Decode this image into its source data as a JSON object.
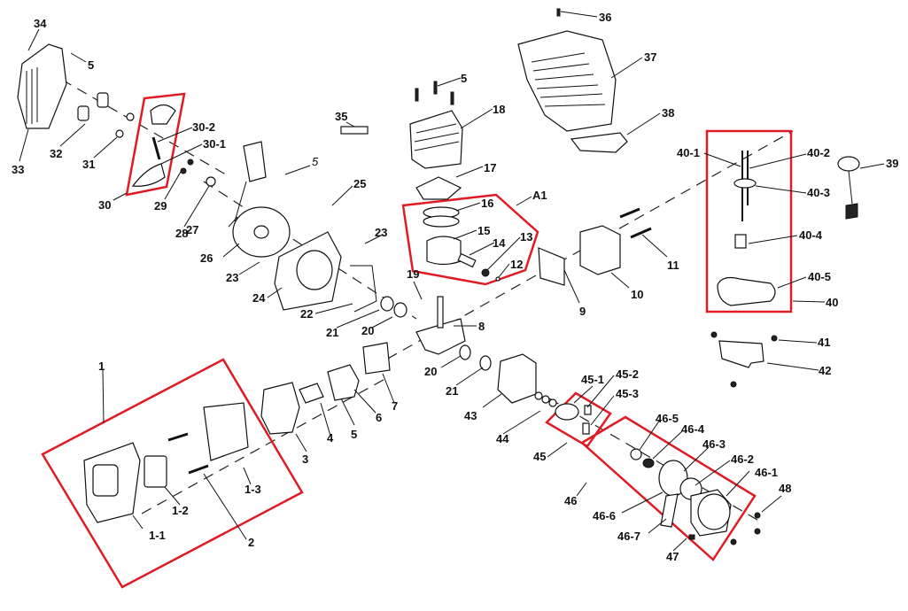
{
  "title": "Engine exploded parts diagram",
  "colors": {
    "group_outline": "#e01b24",
    "line": "#111111",
    "background": "#ffffff"
  },
  "labels": [
    {
      "id": "34",
      "text": "34"
    },
    {
      "id": "5a",
      "text": "5"
    },
    {
      "id": "33",
      "text": "33"
    },
    {
      "id": "32",
      "text": "32"
    },
    {
      "id": "31",
      "text": "31"
    },
    {
      "id": "30",
      "text": "30"
    },
    {
      "id": "30-2",
      "text": "30-2"
    },
    {
      "id": "30-1",
      "text": "30-1"
    },
    {
      "id": "29",
      "text": "29"
    },
    {
      "id": "28",
      "text": "28"
    },
    {
      "id": "27",
      "text": "27"
    },
    {
      "id": "5b",
      "text": "5"
    },
    {
      "id": "26",
      "text": "26"
    },
    {
      "id": "25",
      "text": "25"
    },
    {
      "id": "24",
      "text": "24"
    },
    {
      "id": "23a",
      "text": "23"
    },
    {
      "id": "23b",
      "text": "23"
    },
    {
      "id": "22",
      "text": "22"
    },
    {
      "id": "21a",
      "text": "21"
    },
    {
      "id": "20a",
      "text": "20"
    },
    {
      "id": "19",
      "text": "19"
    },
    {
      "id": "35",
      "text": "35"
    },
    {
      "id": "5c",
      "text": "5"
    },
    {
      "id": "18",
      "text": "18"
    },
    {
      "id": "17",
      "text": "17"
    },
    {
      "id": "A1",
      "text": "A1"
    },
    {
      "id": "16",
      "text": "16"
    },
    {
      "id": "15",
      "text": "15"
    },
    {
      "id": "14",
      "text": "14"
    },
    {
      "id": "13",
      "text": "13"
    },
    {
      "id": "12",
      "text": "12"
    },
    {
      "id": "36",
      "text": "36"
    },
    {
      "id": "37",
      "text": "37"
    },
    {
      "id": "38",
      "text": "38"
    },
    {
      "id": "11",
      "text": "11"
    },
    {
      "id": "10",
      "text": "10"
    },
    {
      "id": "9",
      "text": "9"
    },
    {
      "id": "8",
      "text": "8"
    },
    {
      "id": "40-1",
      "text": "40-1"
    },
    {
      "id": "40-2",
      "text": "40-2"
    },
    {
      "id": "40-3",
      "text": "40-3"
    },
    {
      "id": "40-4",
      "text": "40-4"
    },
    {
      "id": "40-5",
      "text": "40-5"
    },
    {
      "id": "40",
      "text": "40"
    },
    {
      "id": "39",
      "text": "39"
    },
    {
      "id": "41",
      "text": "41"
    },
    {
      "id": "42",
      "text": "42"
    },
    {
      "id": "1",
      "text": "1"
    },
    {
      "id": "1-1",
      "text": "1-1"
    },
    {
      "id": "1-2",
      "text": "1-2"
    },
    {
      "id": "1-3",
      "text": "1-3"
    },
    {
      "id": "2",
      "text": "2"
    },
    {
      "id": "3",
      "text": "3"
    },
    {
      "id": "4",
      "text": "4"
    },
    {
      "id": "5d",
      "text": "5"
    },
    {
      "id": "6",
      "text": "6"
    },
    {
      "id": "7",
      "text": "7"
    },
    {
      "id": "20b",
      "text": "20"
    },
    {
      "id": "21b",
      "text": "21"
    },
    {
      "id": "43",
      "text": "43"
    },
    {
      "id": "44",
      "text": "44"
    },
    {
      "id": "45",
      "text": "45"
    },
    {
      "id": "45-1",
      "text": "45-1"
    },
    {
      "id": "45-2",
      "text": "45-2"
    },
    {
      "id": "45-3",
      "text": "45-3"
    },
    {
      "id": "46",
      "text": "46"
    },
    {
      "id": "46-1",
      "text": "46-1"
    },
    {
      "id": "46-2",
      "text": "46-2"
    },
    {
      "id": "46-3",
      "text": "46-3"
    },
    {
      "id": "46-4",
      "text": "46-4"
    },
    {
      "id": "46-5",
      "text": "46-5"
    },
    {
      "id": "46-6",
      "text": "46-6"
    },
    {
      "id": "46-7",
      "text": "46-7"
    },
    {
      "id": "47",
      "text": "47"
    },
    {
      "id": "48",
      "text": "48"
    }
  ],
  "groups": [
    {
      "id": "group-30",
      "label": "30"
    },
    {
      "id": "group-A1",
      "label": "A1"
    },
    {
      "id": "group-40",
      "label": "40"
    },
    {
      "id": "group-1",
      "label": "1"
    },
    {
      "id": "group-45",
      "label": "45"
    },
    {
      "id": "group-46",
      "label": "46"
    }
  ]
}
